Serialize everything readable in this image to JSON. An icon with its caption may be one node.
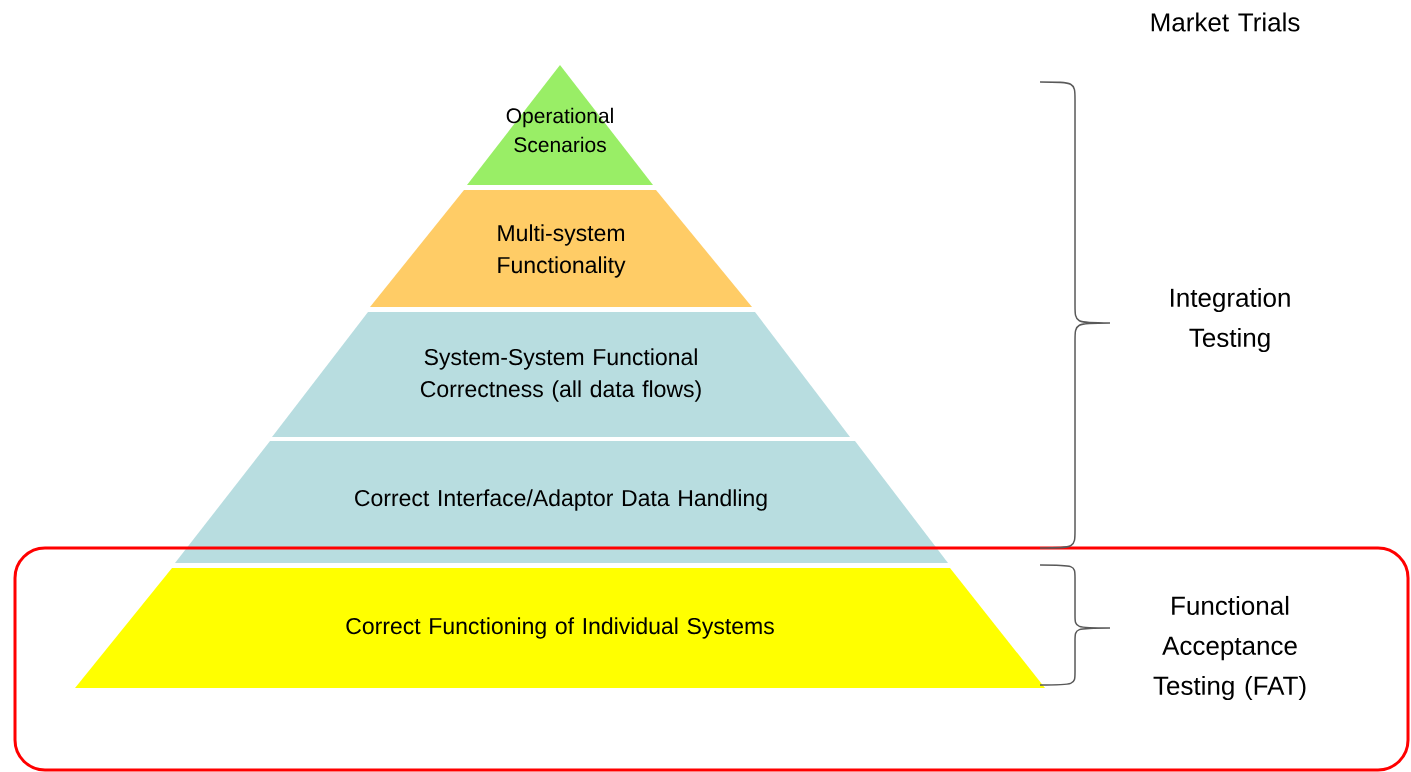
{
  "diagram": {
    "nodes": [
      {
        "text": [
          "Operational Scenarios"
        ]
      },
      {
        "text": [
          "Multi-system Functionality"
        ]
      },
      {
        "text": [
          "System-System Functional Correctness (all data flows)"
        ]
      },
      {
        "text": [
          "Correct Interface/Adaptor Data Handling"
        ]
      },
      {
        "text": [
          "Correct Functioning of Individual Systems"
        ]
      }
    ],
    "labels": [
      "Market Trials",
      "Integration Testing",
      "Functional Acceptance Testing (FAT)"
    ]
  }
}
